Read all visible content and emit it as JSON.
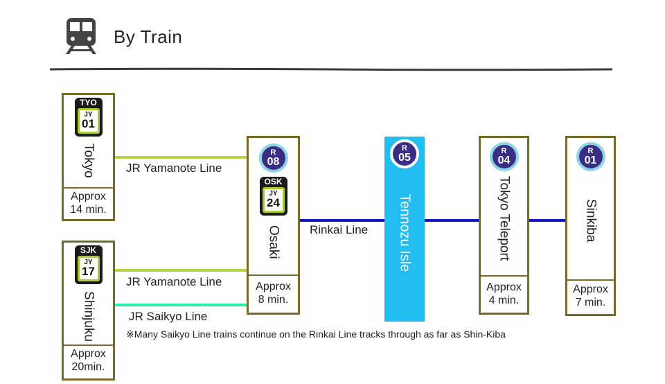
{
  "header": {
    "title": "By Train",
    "icon": "train-icon"
  },
  "colors": {
    "yamanote": "#b5d645",
    "saikyo": "#2ef0a8",
    "rinkai": "#1515c8",
    "destination": "#23bdf2",
    "station_border": "#7a6a2a",
    "rinkai_badge": "#3a2e84"
  },
  "stations": {
    "tokyo": {
      "code": "TYO",
      "line_symbol": "JY",
      "number": "01",
      "name": "Tokyo",
      "approx": "Approx\n14 min."
    },
    "shinjuku": {
      "code": "SJK",
      "line_symbol": "JY",
      "number": "17",
      "name": "Shinjuku",
      "approx": "Approx\n20min."
    },
    "osaki": {
      "rinkai_symbol": "R",
      "rinkai_number": "08",
      "code": "OSK",
      "line_symbol": "JY",
      "number": "24",
      "name": "Osaki",
      "approx": "Approx\n8 min."
    },
    "tennozu_isle": {
      "rinkai_symbol": "R",
      "rinkai_number": "05",
      "name": "Tennozu Isle"
    },
    "tokyo_teleport": {
      "rinkai_symbol": "R",
      "rinkai_number": "04",
      "name": "Tokyo Teleport",
      "approx": "Approx\n4 min."
    },
    "sinkiba": {
      "rinkai_symbol": "R",
      "rinkai_number": "01",
      "name": "Sinkiba",
      "approx": "Approx\n7 min."
    }
  },
  "lines": {
    "yamanote_from_tokyo": "JR Yamanote Line",
    "yamanote_from_shinjuku": "JR Yamanote Line",
    "saikyo": "JR Saikyo Line",
    "rinkai": "Rinkai Line"
  },
  "note": "※Many Saikyo Line trains continue on the Rinkai Line tracks through as far as Shin-Kiba"
}
